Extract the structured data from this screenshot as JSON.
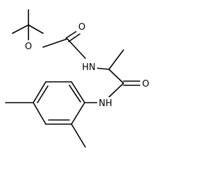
{
  "molecule": {
    "atoms": [
      {
        "id": "O1",
        "label": "O"
      },
      {
        "id": "O2",
        "label": "O"
      },
      {
        "id": "N1",
        "label": "HN"
      },
      {
        "id": "O3",
        "label": "O"
      },
      {
        "id": "N2",
        "label": "NH"
      }
    ]
  }
}
